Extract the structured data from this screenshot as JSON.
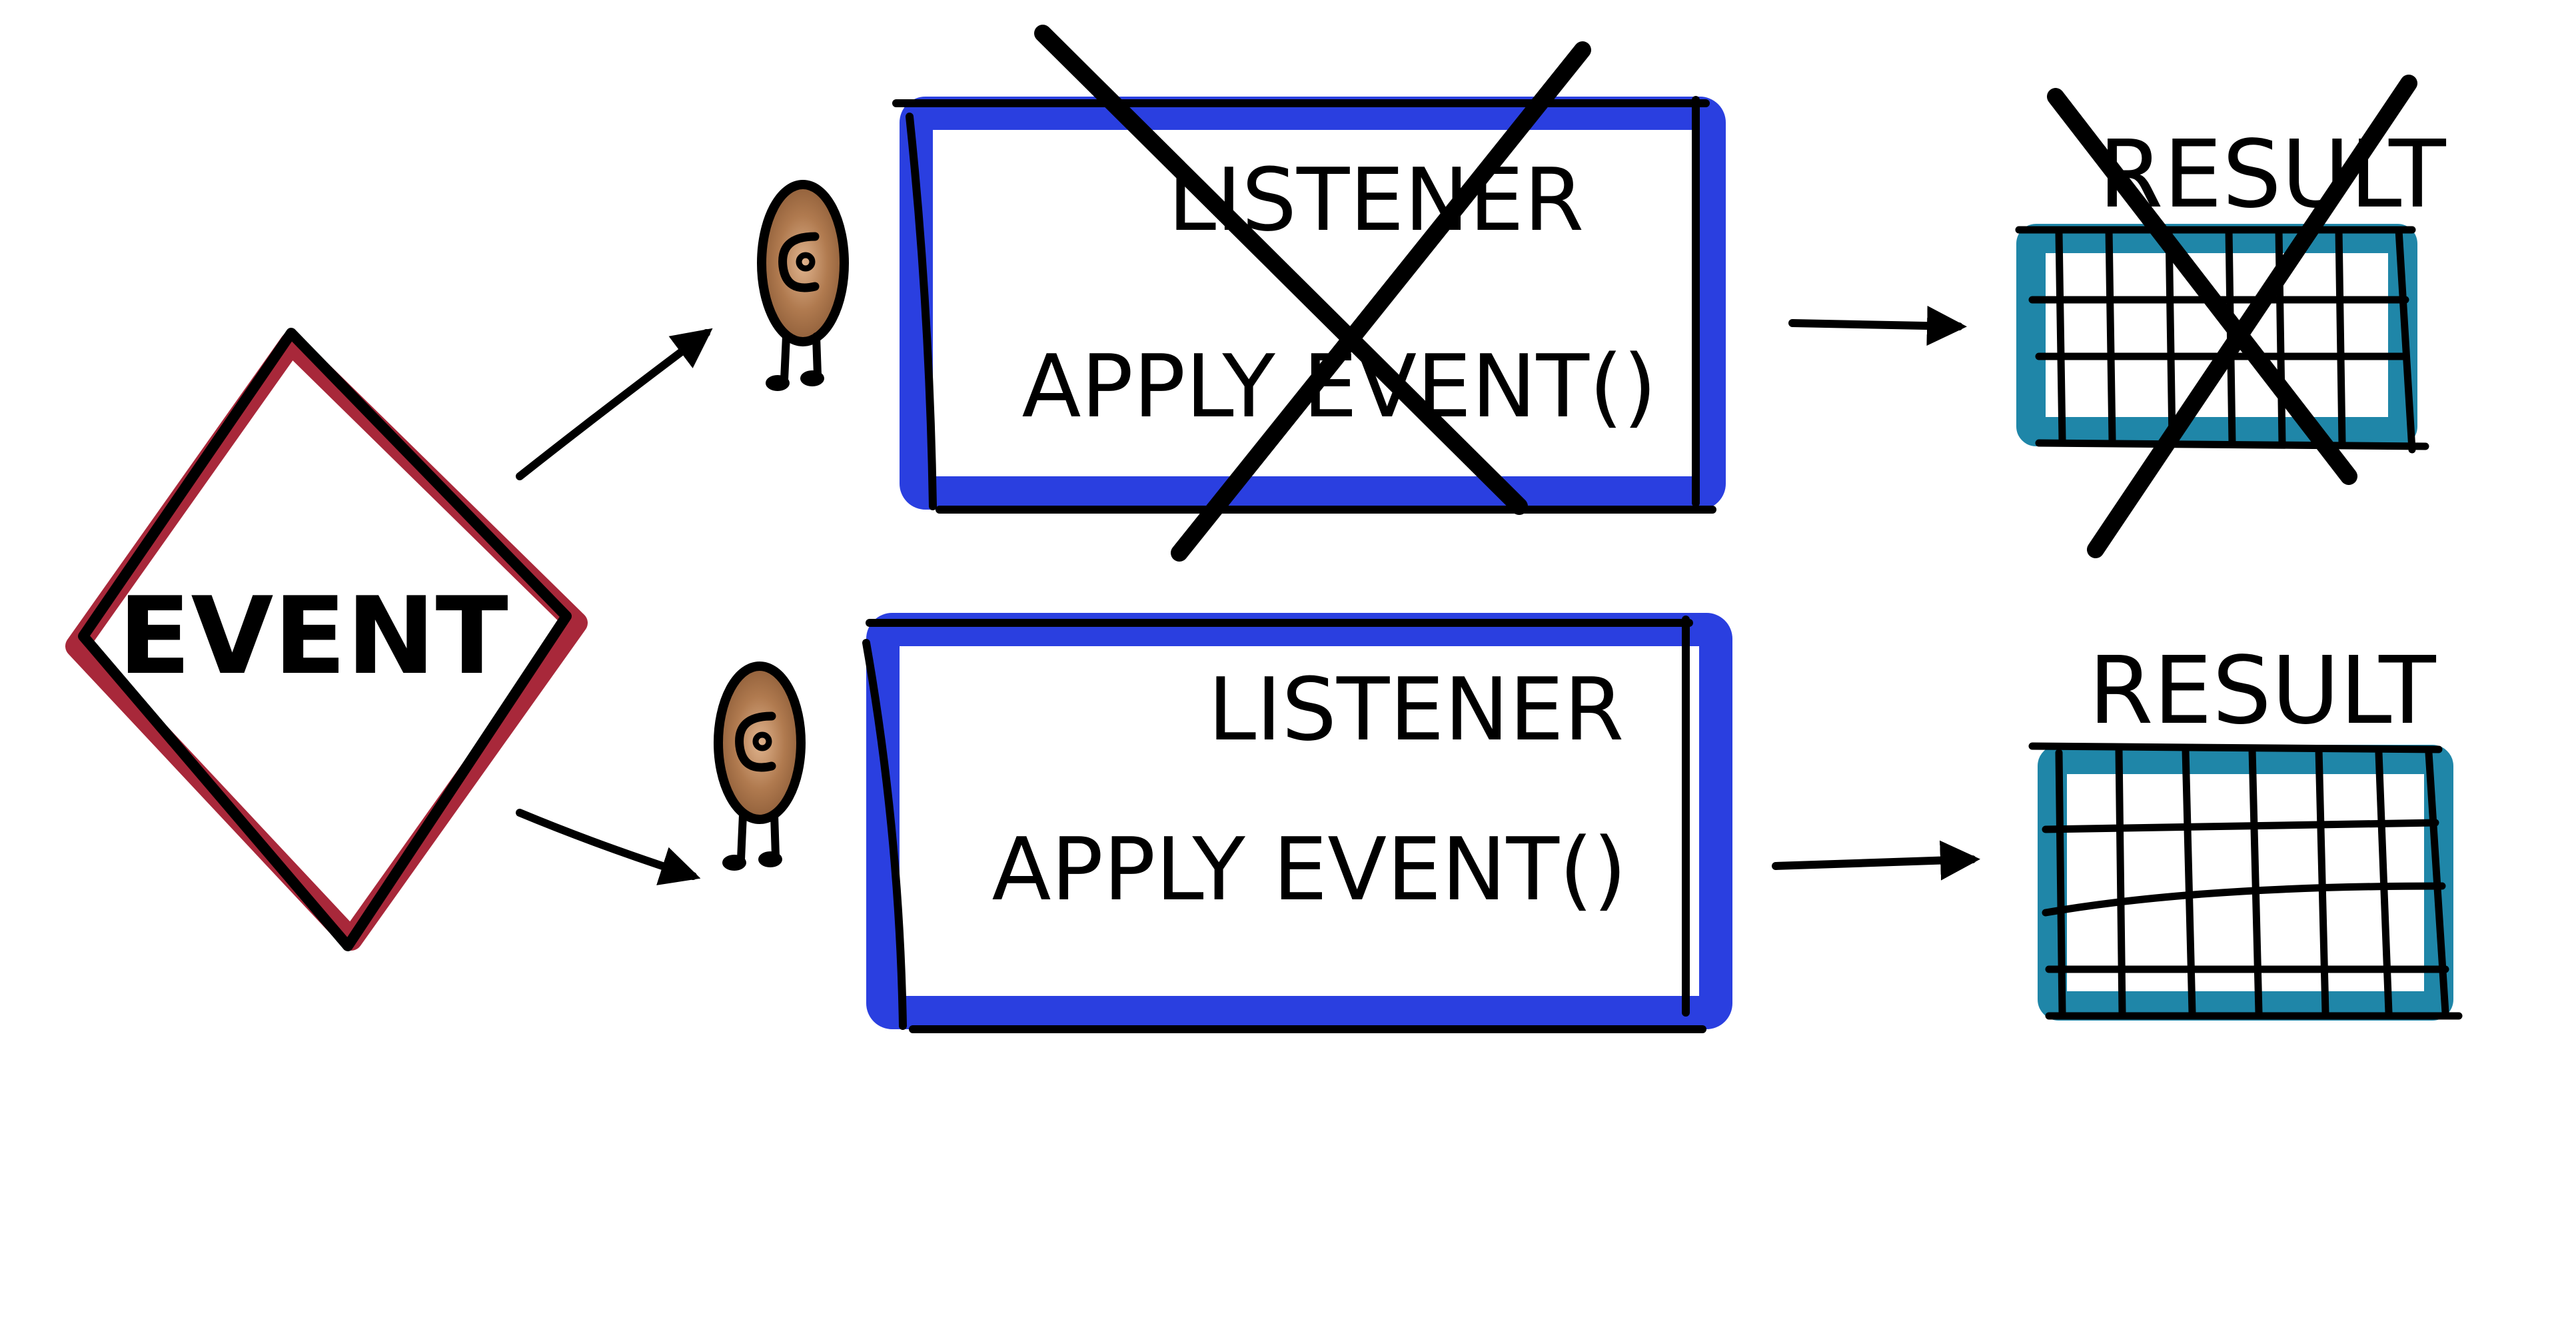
{
  "event": {
    "label": "EVENT"
  },
  "listeners": [
    {
      "title": "LISTENER",
      "method": "APPLY EVENT()",
      "crossed_out": true,
      "result_label": "RESULT",
      "result_crossed_out": true
    },
    {
      "title": "LISTENER",
      "method": "APPLY EVENT()",
      "crossed_out": false,
      "result_label": "RESULT",
      "result_crossed_out": false
    }
  ],
  "colors": {
    "event_border": "#a8283a",
    "listener_border": "#2a3fe0",
    "result_fill": "#1f86a8",
    "ear": "#b07a4f",
    "ink": "#000000"
  },
  "icons": {
    "listener_icon": "ear-icon",
    "cross_out": "x-mark-icon",
    "result_icon": "grid-table-icon"
  }
}
